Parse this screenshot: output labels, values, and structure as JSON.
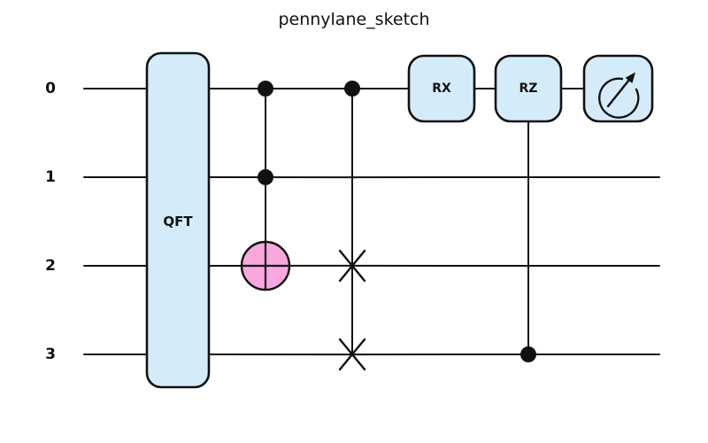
{
  "title": "pennylane_sketch",
  "circuit": {
    "wire_labels": [
      "0",
      "1",
      "2",
      "3"
    ],
    "gates": {
      "qft": {
        "label": "QFT",
        "wires": [
          "0",
          "1",
          "2",
          "3"
        ]
      },
      "toffoli": {
        "control_wires": [
          "0",
          "1"
        ],
        "target_wire": "2"
      },
      "cswap": {
        "control_wire": "0",
        "swap_wires": [
          "2",
          "3"
        ]
      },
      "rx": {
        "label": "RX",
        "wire": "0"
      },
      "rz": {
        "label": "RZ",
        "wire": "0",
        "control_wire": "3"
      },
      "measurement": {
        "wire": "0"
      }
    },
    "colors": {
      "gate_fill": "#d4ecfa",
      "target_fill": "#f8a8de",
      "line": "#111111",
      "background": "#ffffff"
    }
  }
}
